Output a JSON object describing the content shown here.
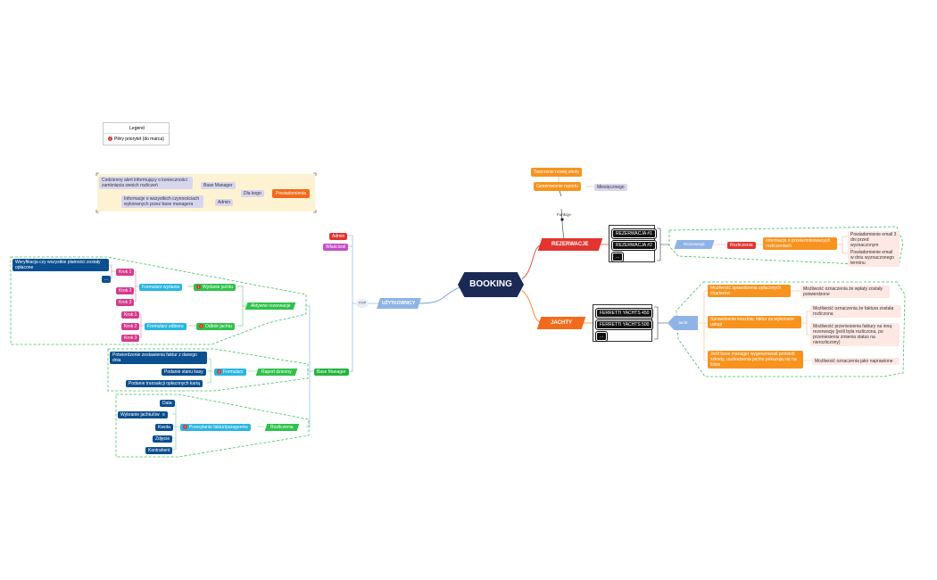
{
  "legend": {
    "title": "Legend",
    "priority_label": "Pilny priorytet (do marca)",
    "badge": "!"
  },
  "central": "BOOKING",
  "typ": {
    "label": "TYP",
    "users": "UŻYTKOWNICY"
  },
  "roles": {
    "admin": "Admin",
    "owner": "Właściciel",
    "base_manager": "Base Manager"
  },
  "notifications": {
    "topic": "Powiadomienia",
    "for_whom": "Dla kogo",
    "base_manager": "Base Manager",
    "admin": "Admin",
    "daily_alert": "Codzienny alert informujący o konieczności zamknięcia swoich rozliczeń",
    "admin_info": "Informacje o wszystkich czynnościach wykonanych przez base managera"
  },
  "active": {
    "topic": "Aktywne rezerwacje",
    "verification": "Weryfikacja czy wszystkie płatności zostały opłacone",
    "dash": "...",
    "release_form": "Formularz wydania",
    "release": "Wydanie jachtu",
    "receive_form": "Formularz odbioru",
    "receive": "Odbiór jachtu",
    "steps_a": [
      "Krok 1",
      "Krok 2",
      "Krok 3"
    ],
    "steps_b": [
      "Krok 1",
      "Krok 2",
      "Krok 3"
    ]
  },
  "daily": {
    "topic": "Raport dzienny",
    "form": "Formularz",
    "confirm": "Potwierdzenie zestawienia faktur z danego dnia",
    "cash": "Podanie stanu kasy",
    "card": "Podanie transakcji opłaconych kartą"
  },
  "settlements": {
    "topic": "Rozliczenia",
    "sending": "Przesyłanie faktur/paragonów",
    "fields": [
      "Data",
      "Wybranie jachtu/ów",
      "Kwota",
      "Zdjęcie",
      "Kontrahent"
    ]
  },
  "reservations": {
    "topic": "REZERWACJE",
    "functions": "Funkcje",
    "new_offer": "Tworzenie nowej oferty",
    "reports": "Generowanie raportu",
    "monthly": "Miesięcznego",
    "table": [
      "REZERWACJA #1",
      "REZERWACJA #2",
      "..."
    ],
    "res_label": "Rezerwacja",
    "settle": "Rozliczenia",
    "info": "Informacja o przeterminowanych rozliczeniach",
    "notify1": "Powiadomienie email 3 dni przed wyznaczonym terminem",
    "notify2": "Powiadomienie email w dniu wyznaczonego terminu"
  },
  "yachts": {
    "topic": "JACHTY",
    "table": [
      "FERRETTI YACHTS 450",
      "FERRETTI YACHTS 500",
      "..."
    ],
    "label": "Jacht",
    "check_charter": "Możliwość sprawdzenia opłaconych charterów",
    "charter_mark": "Możliwość oznaczenia że wpłaty zostały potwierdzone",
    "check_invoices": "Sprawdzenie kosztów, faktur za wykonane usługi",
    "invoice_mark": "Możliwość oznaczenia że faktura została rozliczona",
    "invoice_move": "Możliwość przeniesienia faktury na inną rezerwację (jeśli była rozliczona, po przeniesieniu zmienia status na nierozliczony)",
    "damage": "Jeśli base manager wygenerowałt protokół szkody, uszkodzenia jachtu pokazują się na liście",
    "repaired": "Możliwość oznaczenia jako naprawione"
  },
  "colors": {
    "navy": "#0a4f8f",
    "green": "#2ec24a",
    "orange": "#f7931e",
    "red": "#e3342f",
    "booking": "#1b2a55"
  }
}
